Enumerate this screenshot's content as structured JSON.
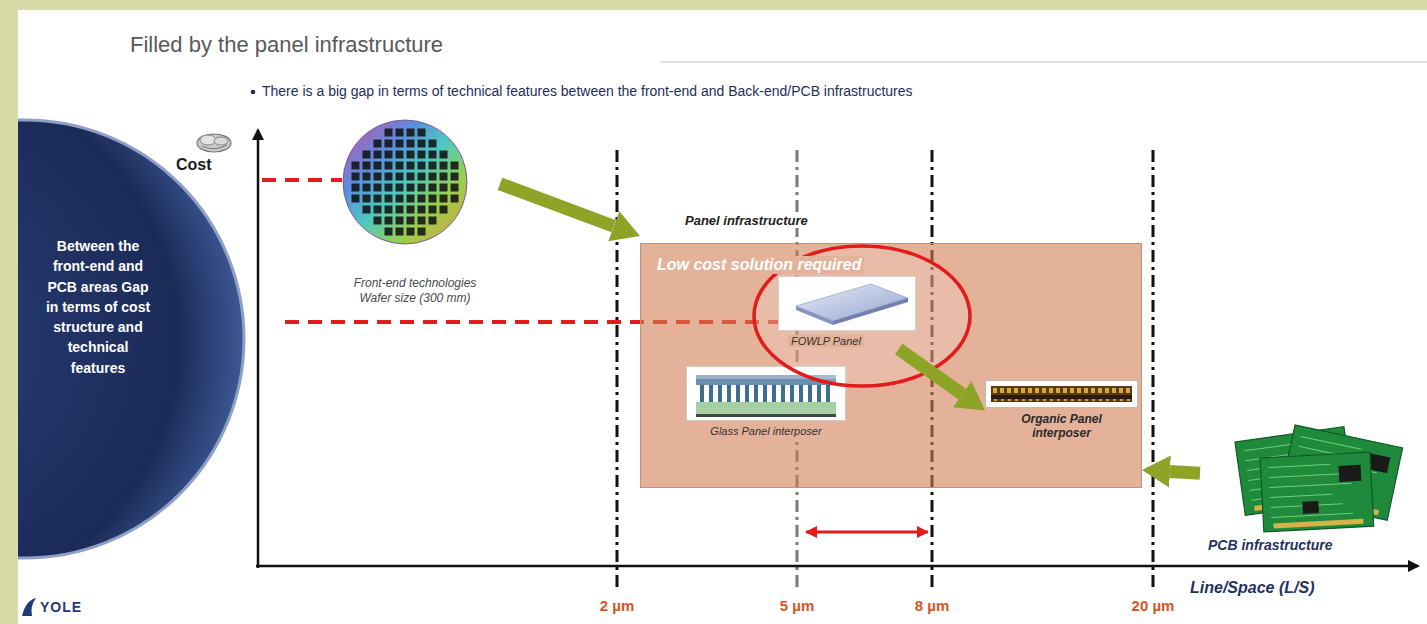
{
  "diagram": {
    "title": "Filled by the panel infrastructure",
    "nodes": [
      {
        "text": [
          "Between the front-end and PCB areas Gap in terms of cost structure and technical features"
        ]
      },
      {
        "text": [
          "Front-end technologies Wafer size (300 mm)"
        ]
      },
      {
        "text": [
          "Panel infrastructure",
          "Low cost solution required"
        ]
      },
      {
        "text": [
          "FOWLP Panel"
        ],
        "in": 2
      },
      {
        "text": [
          "Glass Panel interposer"
        ],
        "in": 2
      },
      {
        "text": [
          "Organic Panel interposer"
        ],
        "in": 2
      },
      {
        "text": [
          "PCB infrastructure"
        ]
      }
    ],
    "edges": [
      {
        "from": 1,
        "to": 2,
        "arrow": "to"
      },
      {
        "from": 3,
        "to": 5,
        "arrow": "to"
      },
      {
        "from": 6,
        "to": 2,
        "arrow": "to"
      }
    ],
    "labels": [
      "There is a big gap in terms of technical features between the front-end and Back-end/PCB infrastructures",
      "Cost",
      "2 µm",
      "5 µm",
      "8 µm",
      "20 µm",
      "Line/Space (L/S)",
      "YOLE"
    ]
  }
}
